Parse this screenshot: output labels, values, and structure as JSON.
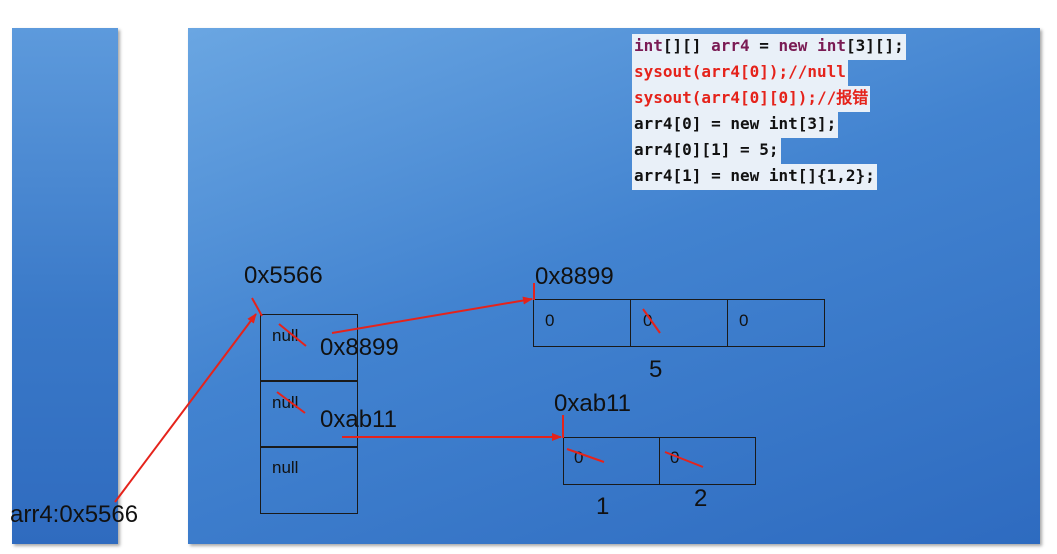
{
  "code": {
    "line1": {
      "a": "int",
      "b": "[][] ",
      "c": "arr4",
      "d": " = ",
      "e": "new",
      "f": " ",
      "g": "int",
      "h": "[3][];"
    },
    "line2": "sysout(arr4[0]);//null",
    "line3": "sysout(arr4[0][0]);//报错",
    "line4": "arr4[0] = new int[3];",
    "line5": "arr4[0][1] = 5;",
    "line6": "arr4[1] = new int[]{1,2};"
  },
  "stack": {
    "variable_label": "arr4:0x5566"
  },
  "outer_array": {
    "address": "0x5566",
    "cells": [
      "null",
      "null",
      "null"
    ],
    "new_values": [
      "0x8899",
      "0xab11"
    ]
  },
  "array_8899": {
    "address": "0x8899",
    "cells": [
      "0",
      "0",
      "0"
    ],
    "new_value": "5"
  },
  "array_ab11": {
    "address": "0xab11",
    "cells": [
      "0",
      "0"
    ],
    "new_values": [
      "1",
      "2"
    ]
  },
  "colors": {
    "arrow": "#e5231b",
    "panel": "#3f7fcc",
    "keyword": "#7a1b54"
  }
}
